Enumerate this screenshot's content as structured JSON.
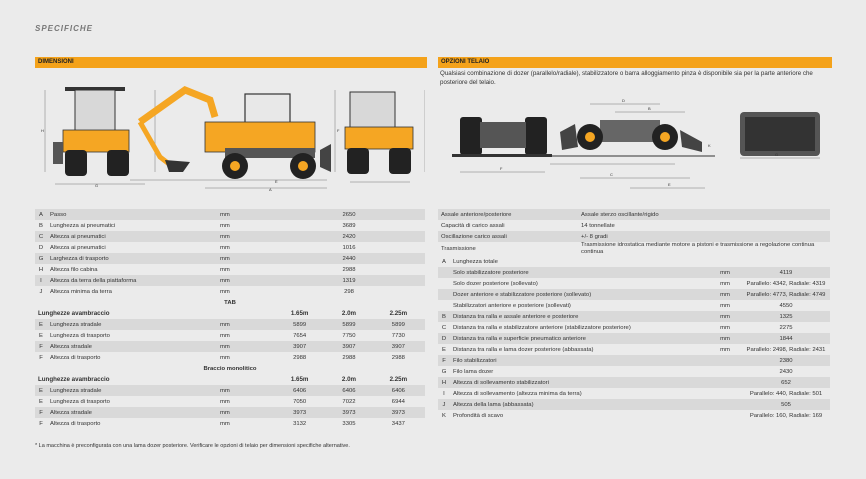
{
  "brand": "SPECIFICHE",
  "dimensioni": {
    "title": "DIMENSIONI"
  },
  "opzioni": {
    "title": "OPZIONI TELAIO",
    "intro": "Qualsiasi combinazione di dozer (parallelo/radiale), stabilizzatore o barra alloggiamento pinza è disponibile sia per la parte anteriore che posteriore del telaio."
  },
  "left_table": {
    "rows1": [
      [
        "A",
        "Passo",
        "mm",
        "2650"
      ],
      [
        "B",
        "Lunghezza ai pneumatici",
        "mm",
        "3689"
      ],
      [
        "C",
        "Altezza ai pneumatici",
        "mm",
        "2420"
      ],
      [
        "D",
        "Altezza ai pneumatici",
        "mm",
        "1016"
      ],
      [
        "G",
        "Larghezza di trasporto",
        "mm",
        "2440"
      ],
      [
        "H",
        "Altezza filo cabina",
        "mm",
        "2988"
      ],
      [
        "I",
        "Altezza da terra della piattaforma",
        "mm",
        "1319"
      ],
      [
        "J",
        "Altezza minima da terra",
        "mm",
        "298"
      ]
    ],
    "tab_label": "TAB",
    "group1": {
      "header": [
        "Lunghezze avambraccio",
        "1.65m",
        "2.0m",
        "2.25m"
      ],
      "rows": [
        [
          "E",
          "Lunghezza stradale",
          "mm",
          "5899",
          "5899",
          "5899"
        ],
        [
          "E",
          "Lunghezza di trasporto",
          "mm",
          "7654",
          "7750",
          "7730"
        ],
        [
          "F",
          "Altezza stradale",
          "mm",
          "3907",
          "3907",
          "3907"
        ],
        [
          "F",
          "Altezza di trasporto",
          "mm",
          "2988",
          "2988",
          "2988"
        ]
      ]
    },
    "mono_label": "Braccio monolitico",
    "group2": {
      "header": [
        "Lunghezze avambraccio",
        "1.65m",
        "2.0m",
        "2.25m"
      ],
      "rows": [
        [
          "E",
          "Lunghezza stradale",
          "mm",
          "6406",
          "6406",
          "6406"
        ],
        [
          "E",
          "Lunghezza di trasporto",
          "mm",
          "7050",
          "7022",
          "6944"
        ],
        [
          "F",
          "Altezza stradale",
          "mm",
          "3973",
          "3973",
          "3973"
        ],
        [
          "F",
          "Altezza di trasporto",
          "mm",
          "3132",
          "3305",
          "3437"
        ]
      ]
    }
  },
  "right_top": [
    [
      "Assale anteriore/posteriore",
      "Assale sterzo oscillante/rigido"
    ],
    [
      "Capacità di carico assali",
      "14 tonnellate"
    ],
    [
      "Oscillazione carico assali",
      "+/- 8 gradi"
    ],
    [
      "Trasmissione",
      "Trasmissione idrostatica mediante motore a pistoni e trasmissione a regolazione continua continua"
    ]
  ],
  "right_rows": [
    [
      "A",
      "Lunghezza totale",
      "",
      ""
    ],
    [
      "",
      "Solo stabilizzatore posteriore",
      "mm",
      "4119"
    ],
    [
      "",
      "Solo dozer posteriore (sollevato)",
      "mm",
      "Parallelo: 4342, Radiale: 4319"
    ],
    [
      "",
      "Dozer anteriore e stabilizzatore posteriore (sollevato)",
      "mm",
      "Parallelo: 4773, Radiale: 4749"
    ],
    [
      "",
      "Stabilizzatori anteriore e posteriore (sollevati)",
      "mm",
      "4550"
    ],
    [
      "B",
      "Distanza tra ralla e assale anteriore e posteriore",
      "mm",
      "1325"
    ],
    [
      "C",
      "Distanza tra ralla e stabilizzatore anteriore (stabilizzatore posteriore)",
      "mm",
      "2275"
    ],
    [
      "D",
      "Distanza tra ralla e superficie pneumatico anteriore",
      "mm",
      "1844"
    ],
    [
      "E",
      "Distanza tra ralla e lama dozer posteriore (abbassata)",
      "mm",
      "Parallelo: 2498, Radiale: 2431"
    ],
    [
      "F",
      "Filo stabilizzatori",
      "",
      "2380"
    ],
    [
      "G",
      "Filo lama dozer",
      "",
      "2430"
    ],
    [
      "H",
      "Altezza di sollevamento stabilizzatori",
      "",
      "652"
    ],
    [
      "I",
      "Altezza di sollevamento (altezza minima da terra)",
      "",
      "Parallelo: 440, Radiale: 501"
    ],
    [
      "J",
      "Altezza della lama (abbassata)",
      "",
      "505"
    ],
    [
      "K",
      "Profondità di scavo",
      "",
      "Parallelo: 160, Radiale: 169"
    ]
  ],
  "footnote": "* La macchina è preconfigurata con una lama dozer posteriore. Verificare le opzioni di telaio per dimensioni specifiche alternative.",
  "drawing_labels": {
    "a": "A",
    "b": "B",
    "c": "C",
    "d": "D",
    "e": "E",
    "f": "F",
    "g": "G",
    "h": "H",
    "i": "I",
    "j": "J",
    "k": "K"
  },
  "colors": {
    "accent": "#f4a21a",
    "machine": "#f5a623",
    "row_shade": "#d9d9d9"
  }
}
